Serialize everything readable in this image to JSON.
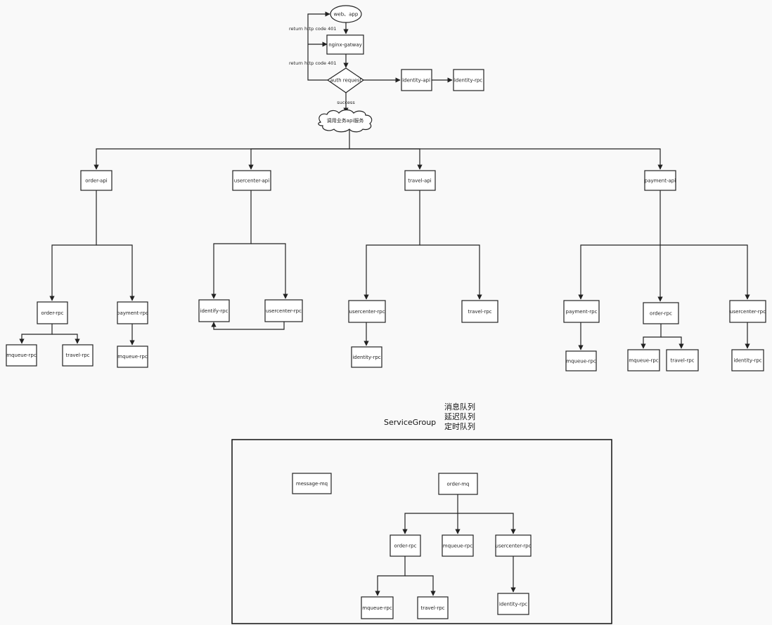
{
  "diagram": {
    "top": {
      "client": "web、app",
      "gateway": "nginx-gatway",
      "auth": "auth request",
      "identity_api": "identity-api",
      "identity_rpc": "identity-rpc",
      "dispatch": "调用业务api服务",
      "edge_401_a": "return http code 401",
      "edge_401_b": "return http code 401",
      "edge_success": "success"
    },
    "apis": {
      "order": {
        "name": "order-api",
        "rpcs": {
          "order_rpc": "order-rpc",
          "payment_rpc": "payment-rpc",
          "mqueue_rpc": "mqueue-rpc",
          "travel_rpc": "travel-rpc",
          "mqueue_rpc_2": "mqueue-rpc"
        }
      },
      "usercenter": {
        "name": "usercenter-api",
        "rpcs": {
          "identity_rpc": "identify-rpc",
          "usercenter_rpc": "usercenter-rpc"
        }
      },
      "travel": {
        "name": "travel-api",
        "rpcs": {
          "usercenter_rpc": "usercenter-rpc",
          "travel_rpc": "travel-rpc",
          "identity_rpc": "identity-rpc"
        }
      },
      "payment": {
        "name": "payment-api",
        "rpcs": {
          "payment_rpc": "payment-rpc",
          "order_rpc": "order-rpc",
          "usercenter_rpc": "usercenter-rpc",
          "mqueue_rpc": "mqueue-rpc",
          "mqueue_rpc_2": "mqueue-rpc",
          "travel_rpc": "travel-rpc",
          "identity_rpc": "identity-rpc"
        }
      }
    },
    "service_group": {
      "title": "ServiceGroup",
      "queues": [
        "消息队列",
        "延迟队列",
        "定时队列"
      ],
      "message_mq": "message-mq",
      "order_mq": "order-mq",
      "order_rpc": "order-rpc",
      "mqueue_rpc": "mqueue-rpc",
      "usercenter_rpc": "usercenter-rpc",
      "mqueue_rpc_2": "mqueue-rpc",
      "travel_rpc": "travel-rpc",
      "identity_rpc": "identity-rpc"
    }
  }
}
